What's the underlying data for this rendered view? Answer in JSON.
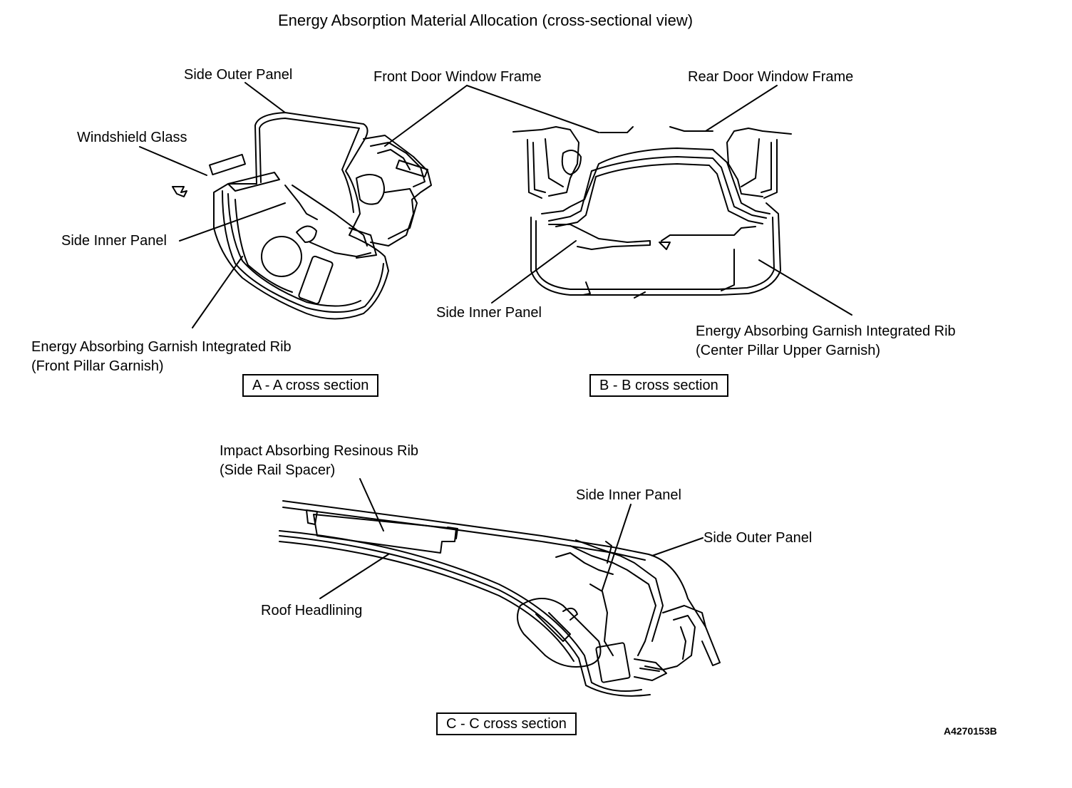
{
  "title": "Energy Absorption Material Allocation (cross-sectional view)",
  "section_a": {
    "caption": "A - A cross section",
    "side_outer_panel": "Side Outer Panel",
    "windshield_glass": "Windshield Glass",
    "side_inner_panel": "Side Inner Panel",
    "garnish_line1": "Energy Absorbing Garnish Integrated Rib",
    "garnish_line2": "(Front Pillar Garnish)"
  },
  "section_b": {
    "caption": "B - B cross section",
    "front_door_window_frame": "Front Door Window Frame",
    "rear_door_window_frame": "Rear Door Window Frame",
    "side_inner_panel": "Side Inner Panel",
    "garnish_line1": "Energy Absorbing Garnish Integrated Rib",
    "garnish_line2": "(Center Pillar Upper Garnish)"
  },
  "section_c": {
    "caption": "C - C cross section",
    "rib_line1": "Impact Absorbing Resinous Rib",
    "rib_line2": "(Side Rail Spacer)",
    "side_inner_panel": "Side Inner Panel",
    "side_outer_panel": "Side Outer Panel",
    "roof_headlining": "Roof Headlining"
  },
  "figure_code": "A4270153B"
}
